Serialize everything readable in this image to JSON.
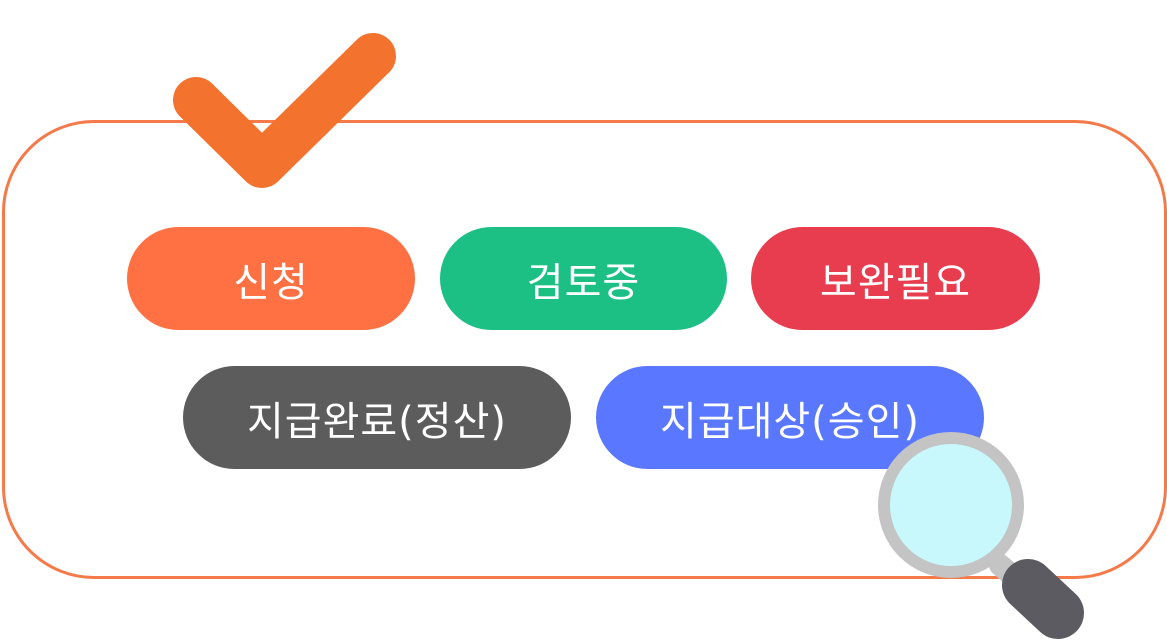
{
  "badges": [
    {
      "label": "신청",
      "color": "#FF7043"
    },
    {
      "label": "검토중",
      "color": "#1DC084"
    },
    {
      "label": "보완필요",
      "color": "#E83C4F"
    },
    {
      "label": "지급완료(정산)",
      "color": "#5C5C5C"
    },
    {
      "label": "지급대상(승인)",
      "color": "#5A78FF"
    }
  ],
  "colors": {
    "frame": "#F47A4A",
    "check": "#F2722E",
    "lens": "#C8F8FC",
    "lens_rim": "#C4C4C4",
    "handle": "#5B5B61"
  }
}
